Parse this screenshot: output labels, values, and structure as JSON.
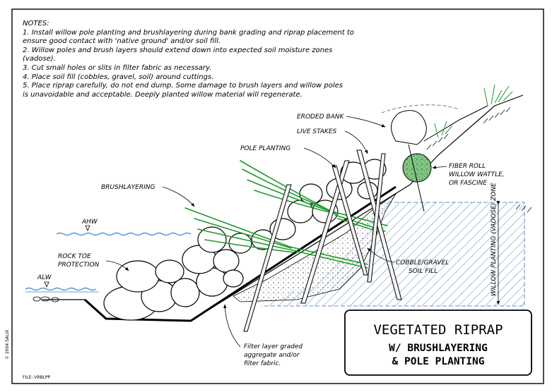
{
  "notes": {
    "heading": "NOTES:",
    "lines": [
      "1. Install willow pole planting and brushlayering during bank grading and riprap placement to",
      "ensure good contact with 'native ground' and/or soil fill.",
      "2. Willow poles and brush layers should extend down into expected soil moisture zones",
      "(vadose).",
      "3. Cut small holes or slits in filter fabric as necessary.",
      "4. Place soil fill (cobbles, gravel, soil) around cuttings.",
      "5. Place riprap carefully, do not end dump.  Some damage to brush layers and willow poles",
      "is unavoidable and acceptable.  Deeply planted willow material will regenerate."
    ]
  },
  "labels": {
    "eroded_bank": "ERODED BANK",
    "live_stakes": "LIVE STAKES",
    "pole_planting": "POLE PLANTING",
    "fiber_roll": [
      "FIBER ROLL",
      "WILLOW WATTLE,",
      "OR FASCINE"
    ],
    "brushlayering": "BRUSHLAYERING",
    "ahw": "AHW",
    "rock_toe": [
      "ROCK TOE",
      "PROTECTION"
    ],
    "alw": "ALW",
    "cobble": [
      "COBBLE/GRAVEL",
      "SOIL FILL"
    ],
    "filter": [
      "Filter layer graded",
      "aggregate and/or",
      "filter fabric."
    ],
    "zone": "WILLOW PLANTING (VADOSE) ZONE"
  },
  "title_block": {
    "line1": "VEGETATED RIPRAP",
    "line2": "W/ BRUSHLAYERING",
    "line3": "& POLE PLANTING"
  },
  "copyright": "© 2004 SALIX",
  "file": "FILE: VRBLPP",
  "colors": {
    "water": "#3a7fd0",
    "grass": "#1f9a2a",
    "hatch": "#3a6fb0",
    "ink": "#000000"
  }
}
